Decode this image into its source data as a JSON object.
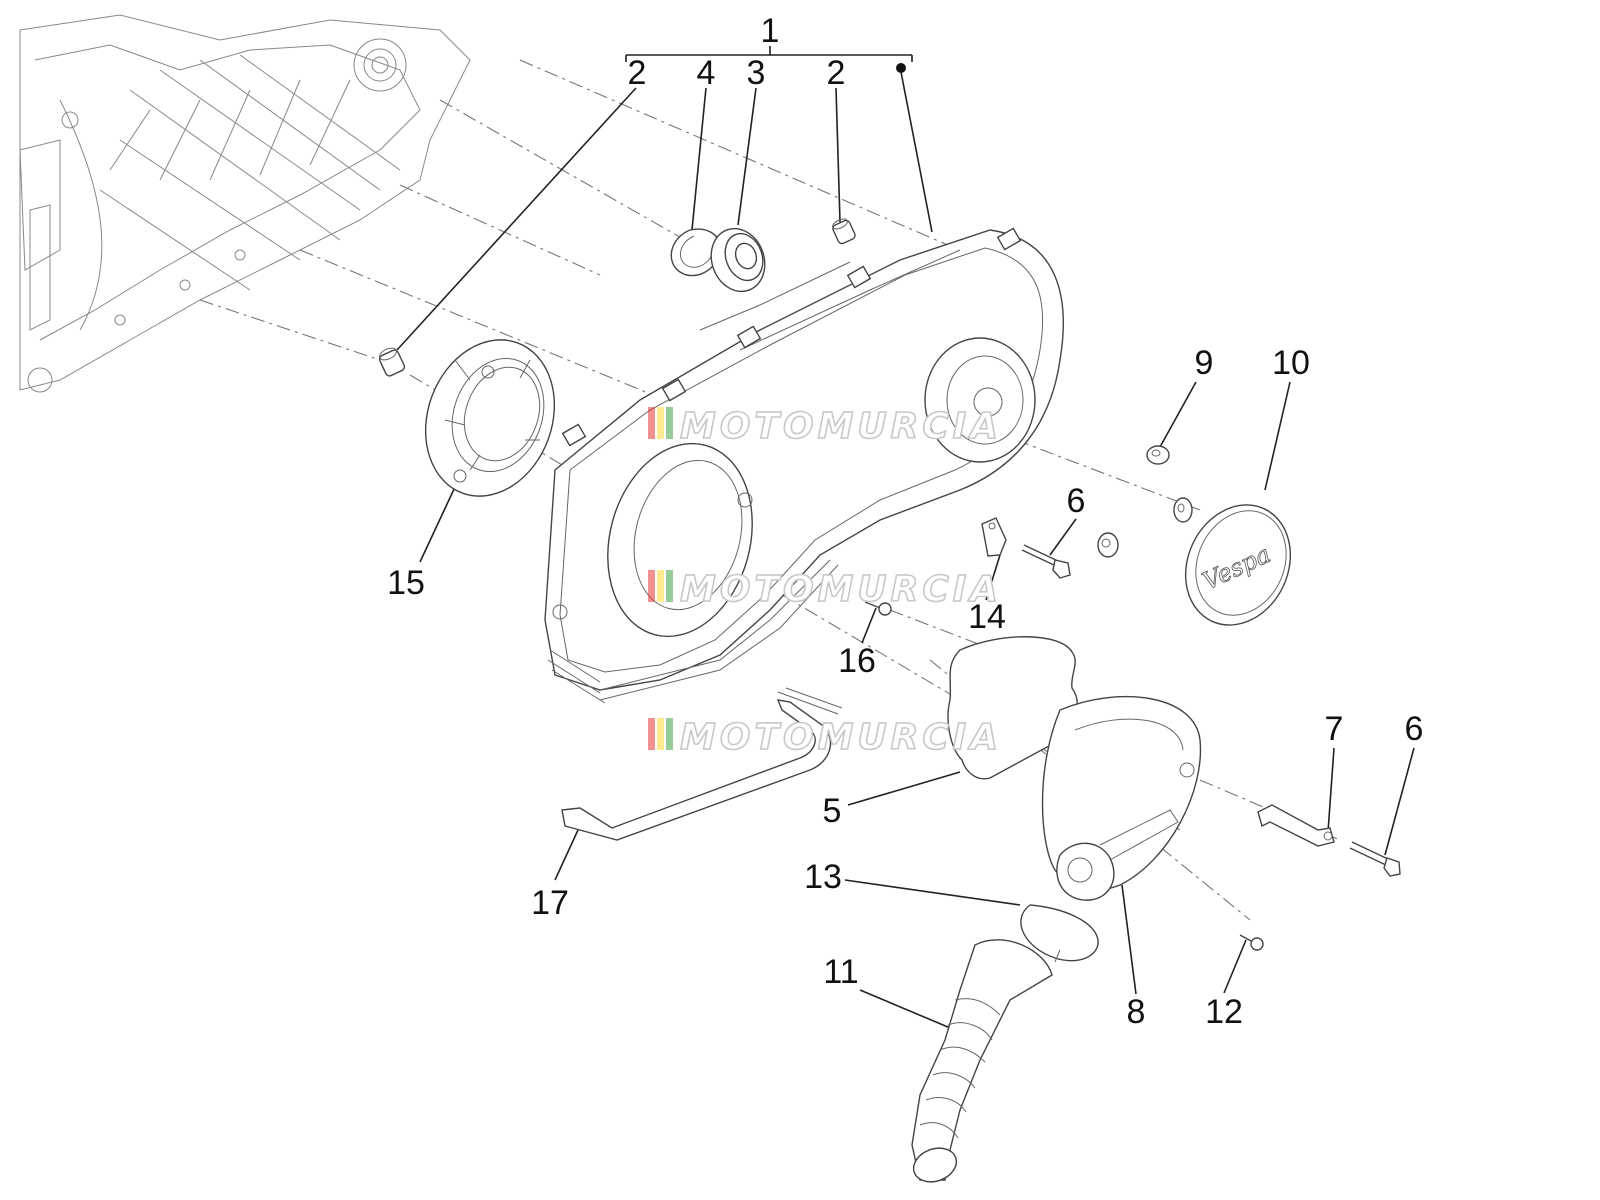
{
  "diagram": {
    "callouts": [
      {
        "id": "c1",
        "text": "1"
      },
      {
        "id": "c2a",
        "text": "2"
      },
      {
        "id": "c4",
        "text": "4"
      },
      {
        "id": "c3",
        "text": "3"
      },
      {
        "id": "c2b",
        "text": "2"
      },
      {
        "id": "c9",
        "text": "9"
      },
      {
        "id": "c10",
        "text": "10"
      },
      {
        "id": "c6a",
        "text": "6"
      },
      {
        "id": "c15",
        "text": "15"
      },
      {
        "id": "c14",
        "text": "14"
      },
      {
        "id": "c16",
        "text": "16"
      },
      {
        "id": "c7",
        "text": "7"
      },
      {
        "id": "c6b",
        "text": "6"
      },
      {
        "id": "c5",
        "text": "5"
      },
      {
        "id": "c13",
        "text": "13"
      },
      {
        "id": "c17",
        "text": "17"
      },
      {
        "id": "c11",
        "text": "11"
      },
      {
        "id": "c8",
        "text": "8"
      },
      {
        "id": "c12",
        "text": "12"
      }
    ]
  },
  "watermark": {
    "text": "MOTOMURCIA",
    "stripe_colors": [
      "#e53935",
      "#fdd835",
      "#43a047"
    ]
  },
  "logo": {
    "text": "Vespa"
  }
}
